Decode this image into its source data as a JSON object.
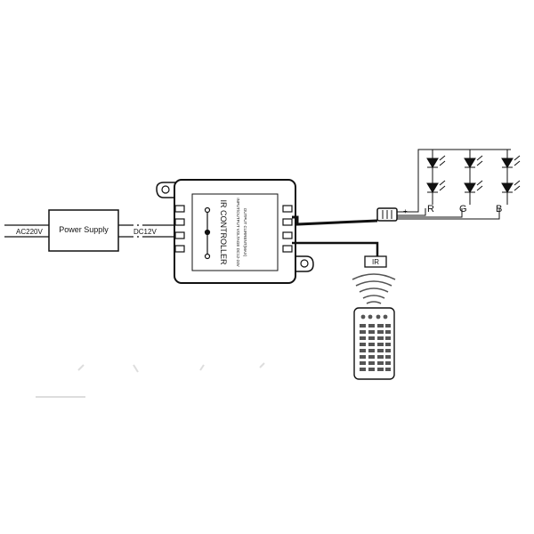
{
  "labels": {
    "ac_input": "AC220V",
    "power_supply": "Power Supply",
    "dc_output": "DC12V",
    "controller_title": "IR CONTROLLER",
    "controller_spec_line1": "INPUT/OUTPUT VOLTAGE DC12-24V",
    "controller_spec_line2": "OUTPUT CURRENT(MAX)",
    "ir_sensor": "IR",
    "plus_sign": "+",
    "channel_r": "R",
    "channel_g": "G",
    "channel_b": "B"
  },
  "colors": {
    "line": "#111111",
    "background": "#ffffff",
    "remote_button": "#555555"
  },
  "icons": {
    "led": "led-diode-icon",
    "remote": "ir-remote-control-icon",
    "signal": "ir-signal-waves-icon"
  }
}
